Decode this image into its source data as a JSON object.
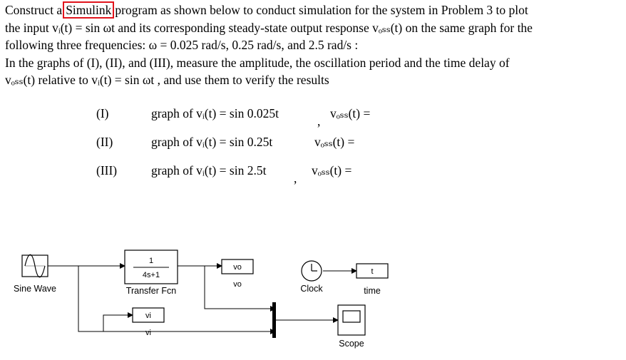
{
  "problem": {
    "line1_a": "Construct a",
    "line1_highlight": "Simulink",
    "line1_b": "program as shown below to conduct simulation for the system in Problem 3 to plot",
    "line2": "the input vᵢ(t) = sin ωt  and its corresponding steady-state output response  vₒₛₛ(t)  on the same graph for the",
    "line3": "following three frequencies:  ω = 0.025 rad/s, 0.25 rad/s, and 2.5 rad/s :",
    "line4": "In the graphs of (I), (II), and (III), measure the amplitude, the oscillation period and the time delay of",
    "line5": "vₒₛₛ(t) relative to vᵢ(t) = sin ωt , and use them to verify the results"
  },
  "cases": [
    {
      "num": "(I)",
      "graph": "graph  of  vᵢ(t) = sin 0.025t",
      "out": "vₒₛₛ(t)  =",
      "comma": ","
    },
    {
      "num": "(II)",
      "graph": "graph  of  vᵢ(t) = sin 0.25t",
      "out": "vₒₛₛ(t)  =",
      "comma": ""
    },
    {
      "num": "(III)",
      "graph": "graph  of  vᵢ(t) = sin 2.5t",
      "out": "vₒₛₛ(t)  =",
      "comma": ","
    }
  ],
  "diagram": {
    "sine_label": "Sine Wave",
    "tf_num": "1",
    "tf_den": "4s+1",
    "tf_label": "Transfer Fcn",
    "vo_block": "vo",
    "vo_label": "vo",
    "vi_block": "vi",
    "vi_label": "vi",
    "clock_label": "Clock",
    "t_block": "t",
    "time_label": "time",
    "scope_label": "Scope"
  }
}
